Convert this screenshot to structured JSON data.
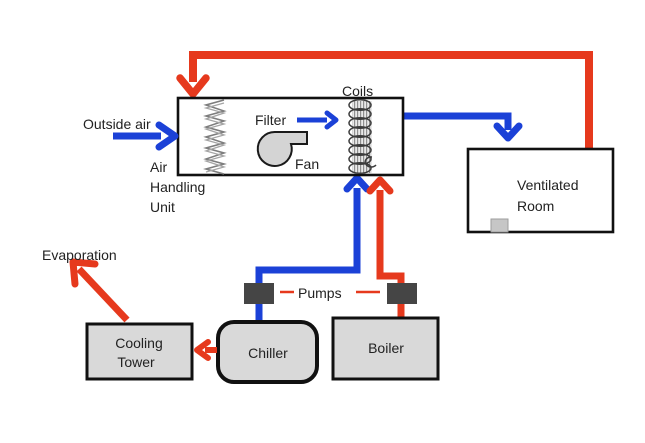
{
  "diagram": {
    "type": "hvac-air-handling-schematic",
    "labels": {
      "outside_air": "Outside air",
      "air_handling_unit": [
        "Air",
        "Handling",
        "Unit"
      ],
      "filter": "Filter",
      "fan": "Fan",
      "coils": "Coils",
      "ventilated_room": [
        "Ventilated",
        "Room"
      ],
      "evaporation": "Evaporation",
      "pumps": "Pumps",
      "cooling_tower": [
        "Cooling",
        "Tower"
      ],
      "chiller": "Chiller",
      "boiler": "Boiler"
    },
    "colors": {
      "pipe_hot": "#e6391d",
      "pipe_cold": "#1b41d7",
      "equipment_fill": "#d9d9d9",
      "pump_fill": "#454545",
      "outline": "#111111",
      "text_color": "#222222",
      "background": "#ffffff"
    }
  }
}
